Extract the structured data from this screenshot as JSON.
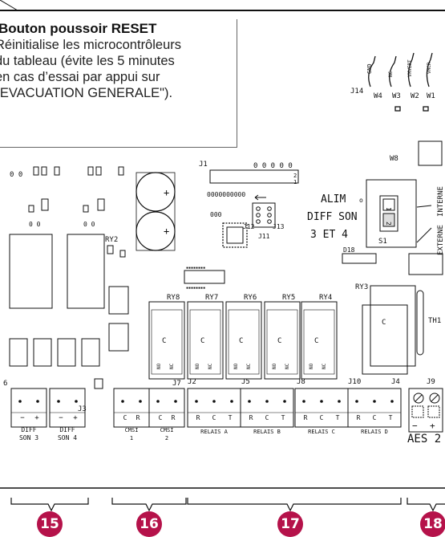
{
  "callout": {
    "title": "Bouton poussoir RESET",
    "lines": [
      "Réinitialise les microcontrôleurs",
      "du tableau (évite les 5 minutes",
      "en cas d’essai par appui sur",
      "\"EVACUATION GENERALE\")."
    ]
  },
  "board": {
    "jumpers": {
      "j14": "J14",
      "w4": "W4",
      "w3": "W3",
      "w2": "W2",
      "w1": "W1",
      "gnd": "GND",
      "nc": "NC",
      "vmvert": "VMVERT",
      "vmcr": "VMCR",
      "w8": "W8"
    },
    "alim": {
      "l1": "ALIM",
      "l2": "DIFF SON",
      "l3": "3 ET 4",
      "s1": "S1",
      "interne": "INTERNE",
      "externe": "EXTERNE",
      "sw1": "1",
      "sw2": "2",
      "o": "o"
    },
    "parts": {
      "j1": "J1",
      "j11": "J11",
      "j12": "J12",
      "j13": "J13",
      "ry2": "RY2",
      "ry3": "RY3",
      "d18": "D18",
      "th1": "TH1",
      "j3": "J3",
      "j7": "J7",
      "j2": "J2",
      "j5": "J5",
      "j8": "J8",
      "j10": "J10",
      "j4": "J4",
      "j9": "J9",
      "n6": "6",
      "n2": "2",
      "n1": "1"
    },
    "relays": [
      "RY8",
      "RY7",
      "RY6",
      "RY5",
      "RY4"
    ],
    "relay_c": "C",
    "relay_no": "NO",
    "relay_nc": "NC",
    "diff": [
      {
        "l1": "DIFF",
        "l2": "SON 3"
      },
      {
        "l1": "DIFF",
        "l2": "SON 4"
      }
    ],
    "cmsi": [
      {
        "l1": "CMSI",
        "l2": "1"
      },
      {
        "l1": "CMSI",
        "l2": "2"
      }
    ],
    "relais": [
      "RELAIS A",
      "RELAIS B",
      "RELAIS C",
      "RELAIS D"
    ],
    "pins": {
      "minus": "−",
      "plus": "+",
      "c": "C",
      "r": "R",
      "t": "T",
      "cr": "C R"
    },
    "aes": "AES 2"
  },
  "markers": [
    "15",
    "16",
    "17",
    "18"
  ]
}
